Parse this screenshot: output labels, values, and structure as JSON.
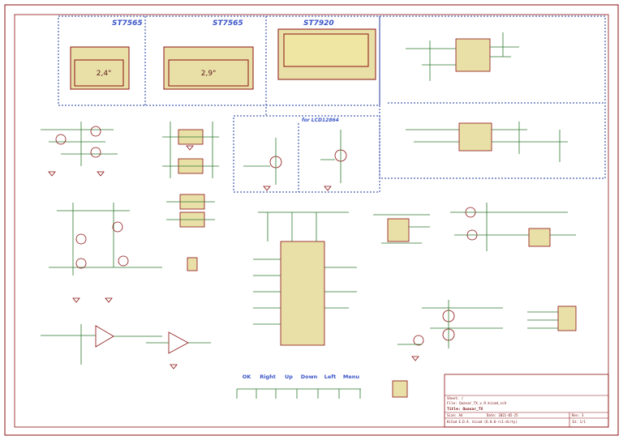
{
  "diagram": {
    "displays": {
      "d1": {
        "title": "ST7565",
        "size": "2,4\""
      },
      "d2": {
        "title": "ST7565",
        "size": "2,9\""
      },
      "d3": {
        "title": "ST7920"
      }
    },
    "note_for_lcd": "for LCD12864",
    "buttons": [
      "OK",
      "Right",
      "Up",
      "Down",
      "Left",
      "Menu"
    ],
    "title_block": {
      "sheet": "Sheet: /",
      "file": "File: Quasar_TX_v.9.kicad_sch",
      "title": "Title: Quasar_TX",
      "size": "Size: A4",
      "date": "Date: 2021-05-25",
      "rev": "Rev: 3",
      "kicad": "KiCad E.D.A.  kicad (6.0.0-rc1-dirty)",
      "id": "Id: 1/1"
    },
    "colors": {
      "frame": "#8b1010",
      "wire": "#2f7a2f",
      "label": "#3a55c8",
      "component_fill": "#e9e0a8"
    }
  }
}
